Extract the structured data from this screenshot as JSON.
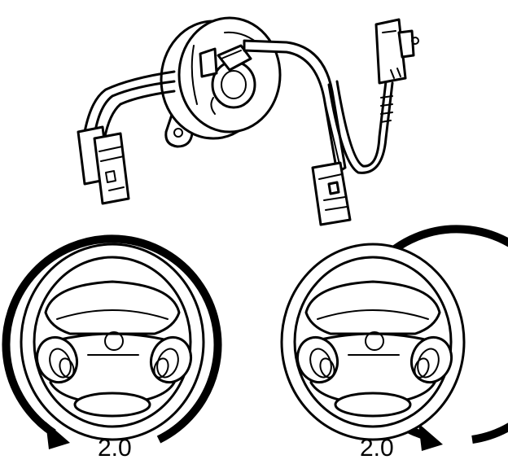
{
  "left_wheel": {
    "rotation_label": "2.0",
    "direction": "counterclockwise"
  },
  "right_wheel": {
    "rotation_label": "2.0",
    "direction": "counterclockwise"
  }
}
